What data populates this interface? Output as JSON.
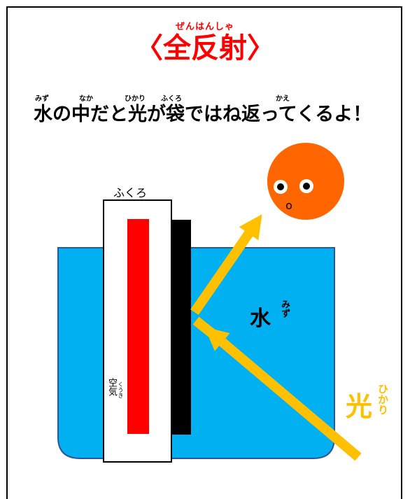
{
  "title": {
    "ruby": "ぜんはんしゃ",
    "text": "〈全反射〉"
  },
  "subtitle": {
    "text": "水の中だと光が袋ではね返ってくるよ！",
    "ruby_mizu": "みず",
    "ruby_naka": "なか",
    "ruby_hikari": "ひかり",
    "ruby_fukuro": "ふくろ",
    "ruby_kae": "かえ"
  },
  "diagram": {
    "bag_label": "ふくろ",
    "air_label": "空気",
    "air_ruby": "くうき",
    "water_label": "水",
    "water_ruby": "みず",
    "light_label": "光",
    "light_ruby": "ひかり",
    "face_mouth": "o"
  },
  "colors": {
    "title": "#ff0000",
    "water": "#00b0f0",
    "light": "#ffc000",
    "face": "#ff6600",
    "air_strip": "#ff0000",
    "bag_back": "#000000"
  }
}
